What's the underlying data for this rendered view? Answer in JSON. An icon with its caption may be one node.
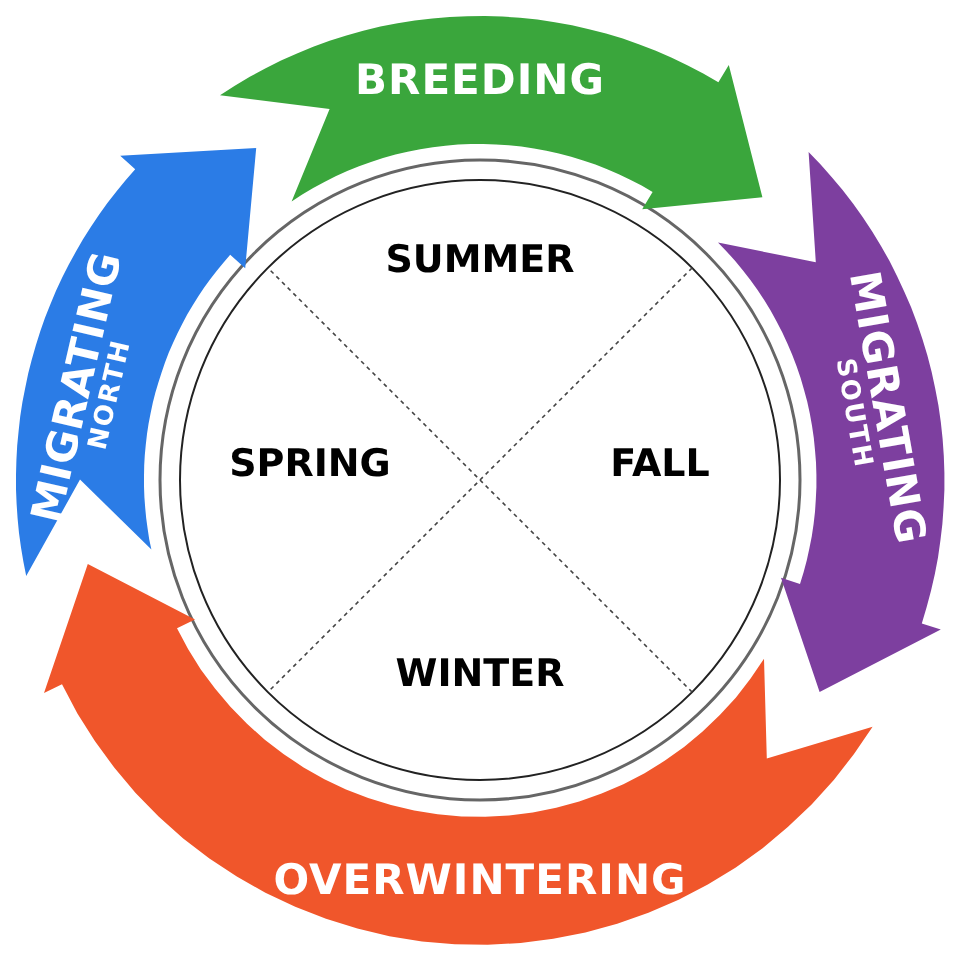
{
  "diagram": {
    "nodes": [
      {
        "text": [
          "BREEDING"
        ]
      },
      {
        "text": [
          "MIGRATING",
          "SOUTH"
        ]
      },
      {
        "text": [
          "OVERWINTERING"
        ]
      },
      {
        "text": [
          "MIGRATING",
          "NORTH"
        ]
      }
    ],
    "labels": [
      "SUMMER",
      "SPRING",
      "FALL",
      "WINTER"
    ]
  }
}
